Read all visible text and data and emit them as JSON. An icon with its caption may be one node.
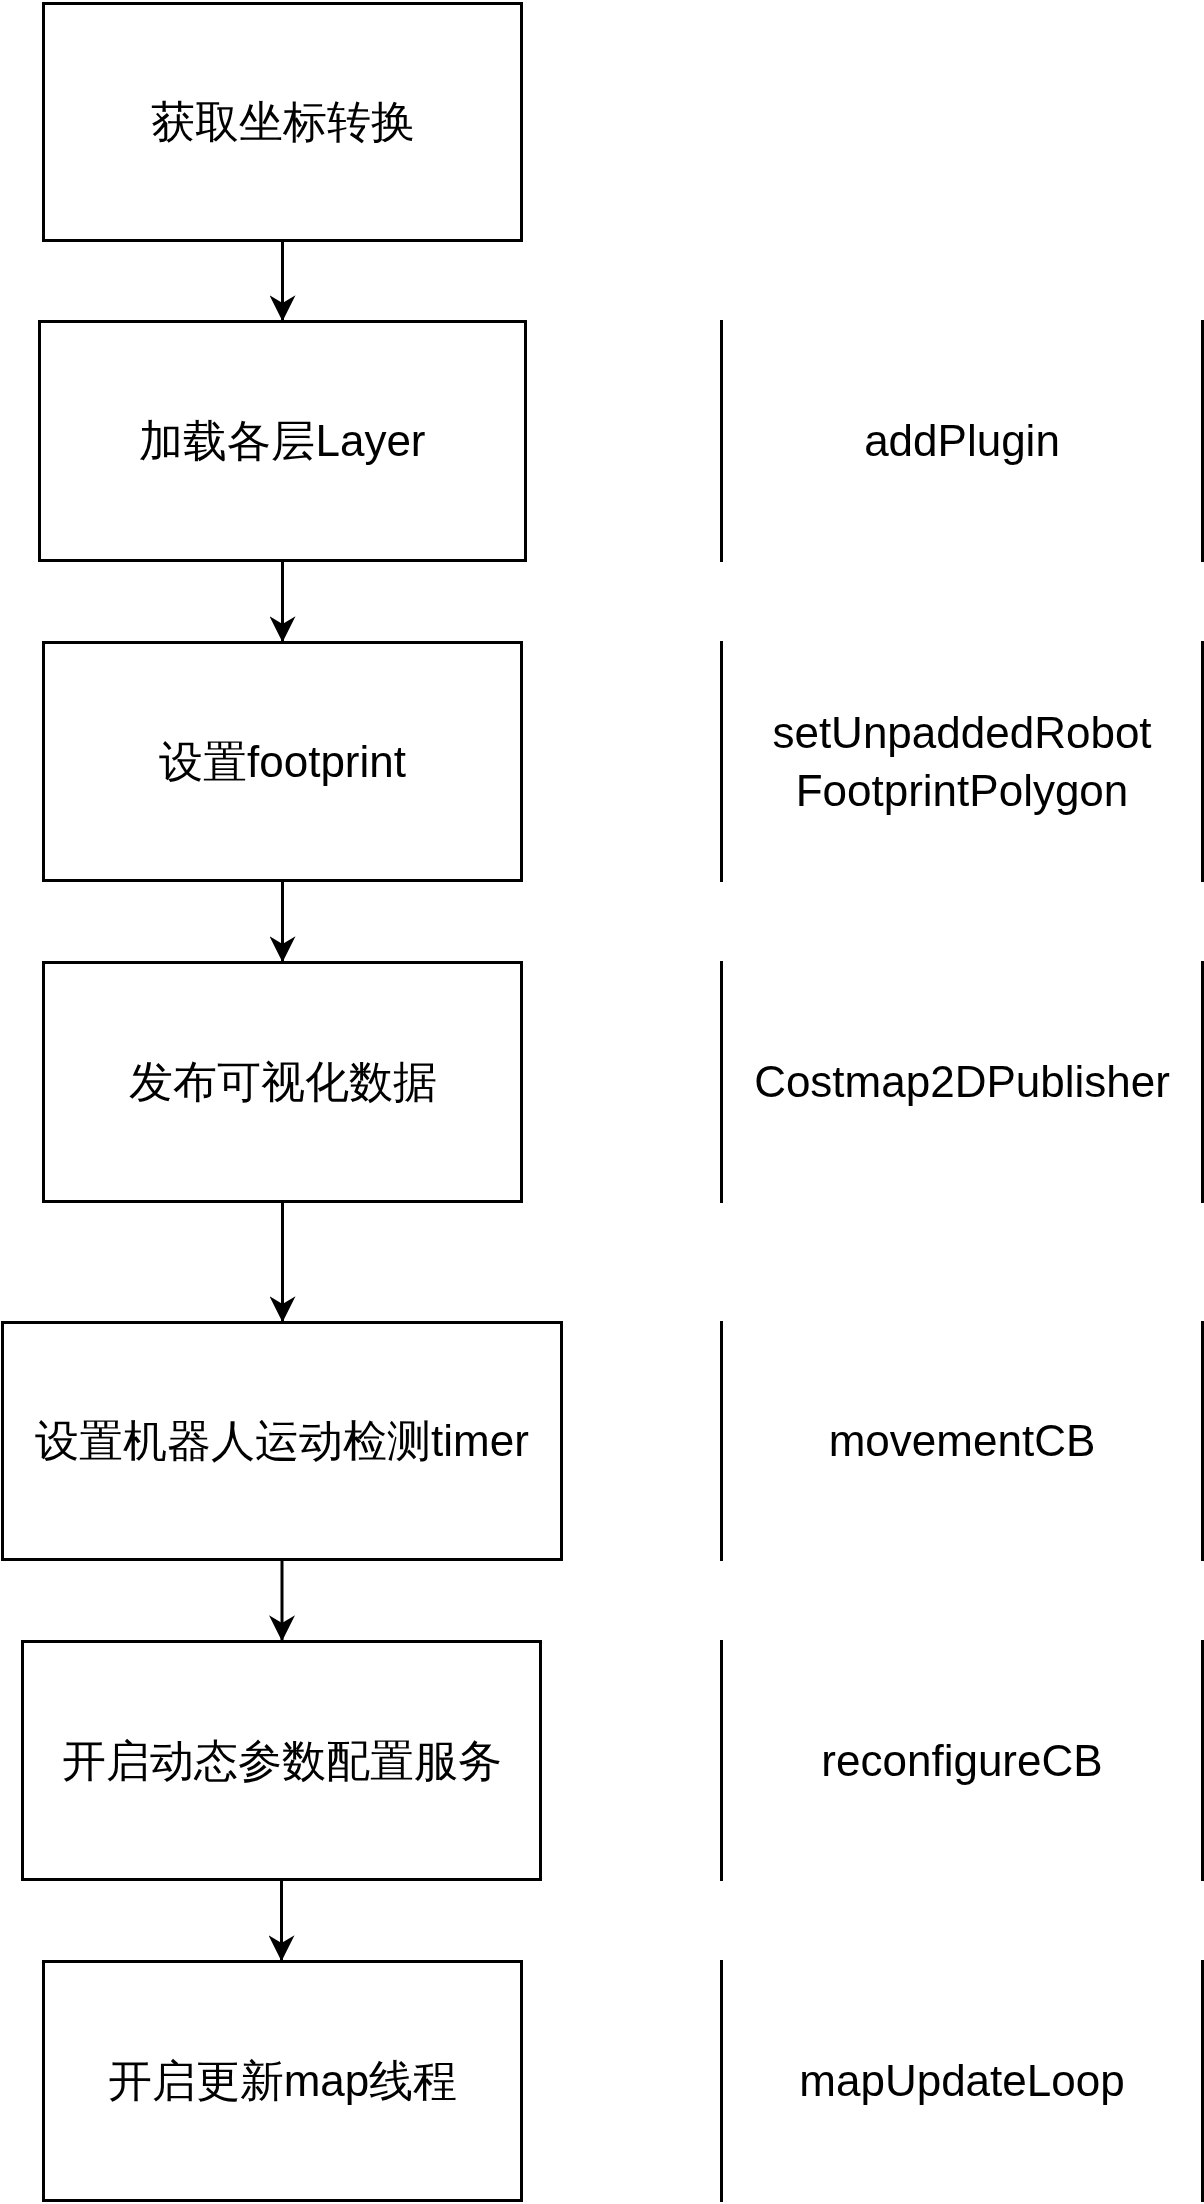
{
  "diagram": {
    "nodes": [
      {
        "text": [
          "获取坐标转换"
        ]
      },
      {
        "text": [
          "加载各层Layer"
        ]
      },
      {
        "text": [
          "addPlugin"
        ]
      },
      {
        "text": [
          "设置footprint"
        ]
      },
      {
        "text": [
          "setUnpaddedRobot FootprintPolygon"
        ]
      },
      {
        "text": [
          "发布可视化数据"
        ]
      },
      {
        "text": [
          "Costmap2DPublisher"
        ]
      },
      {
        "text": [
          "设置机器人运动检测timer"
        ]
      },
      {
        "text": [
          "movementCB"
        ]
      },
      {
        "text": [
          "开启动态参数配置服务"
        ]
      },
      {
        "text": [
          "reconfigureCB"
        ]
      },
      {
        "text": [
          "开启更新map线程"
        ]
      },
      {
        "text": [
          "mapUpdateLoop"
        ]
      }
    ],
    "edges": [
      {
        "from": 0,
        "to": 1,
        "arrow": "to"
      },
      {
        "from": 1,
        "to": 3,
        "arrow": "to"
      },
      {
        "from": 3,
        "to": 5,
        "arrow": "to"
      },
      {
        "from": 5,
        "to": 7,
        "arrow": "to"
      },
      {
        "from": 7,
        "to": 9,
        "arrow": "to"
      },
      {
        "from": 9,
        "to": 11,
        "arrow": "to"
      }
    ]
  }
}
